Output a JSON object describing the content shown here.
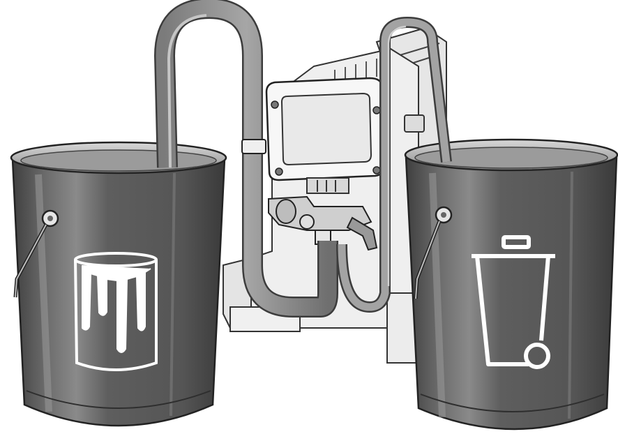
{
  "illustration": {
    "components": [
      {
        "name": "paint-pail",
        "icon": "paint-drip-icon",
        "side": "left"
      },
      {
        "name": "paint-sprayer",
        "icon": "sprayer-icon",
        "side": "center"
      },
      {
        "name": "waste-pail",
        "icon": "recycle-bin-icon",
        "side": "right"
      }
    ]
  },
  "colors": {
    "background": "#ffffff",
    "pail_body": "#595959",
    "pail_dark": "#3a3a3a",
    "pail_rim": "#cfcfcf",
    "hose": "#8f8f8f",
    "hose_outline": "#3c3c3c",
    "sprayer_body": "#f0f0f0",
    "sprayer_outline": "#333333",
    "icon_white": "#ffffff"
  }
}
